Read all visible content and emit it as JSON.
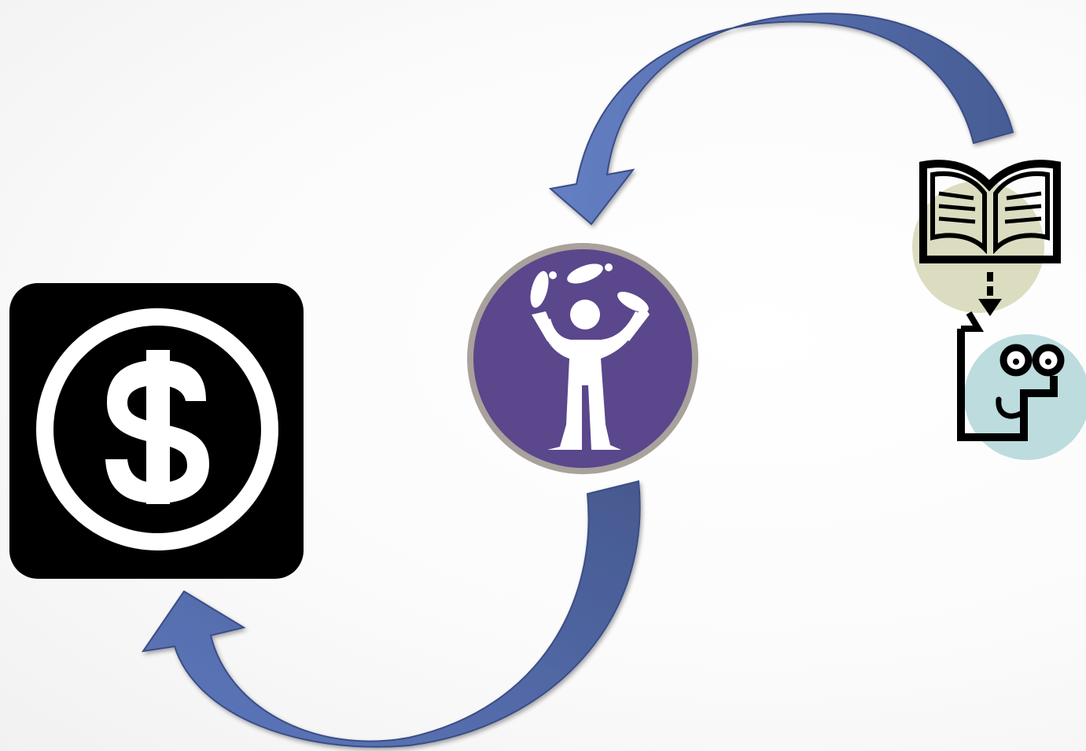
{
  "diagram": {
    "type": "cycle",
    "icons": [
      {
        "id": "money",
        "icon": "dollar-sign-icon"
      },
      {
        "id": "juggler",
        "icon": "juggler-icon"
      },
      {
        "id": "learning",
        "icon": "book-to-head-icon"
      }
    ],
    "arrows": [
      {
        "from": "learning",
        "to": "juggler"
      },
      {
        "from": "juggler",
        "to": "money"
      }
    ]
  },
  "colors": {
    "arrow_fill": "#5670b3",
    "arrow_fill_dark": "#46598f",
    "arrow_stroke": "#3a4d86",
    "juggler_circle": "#5a478c",
    "juggler_rim": "#a79e98",
    "book_blob": "#dcdcc0",
    "head_blob": "#bcdcde",
    "money_tile": "#000000"
  }
}
